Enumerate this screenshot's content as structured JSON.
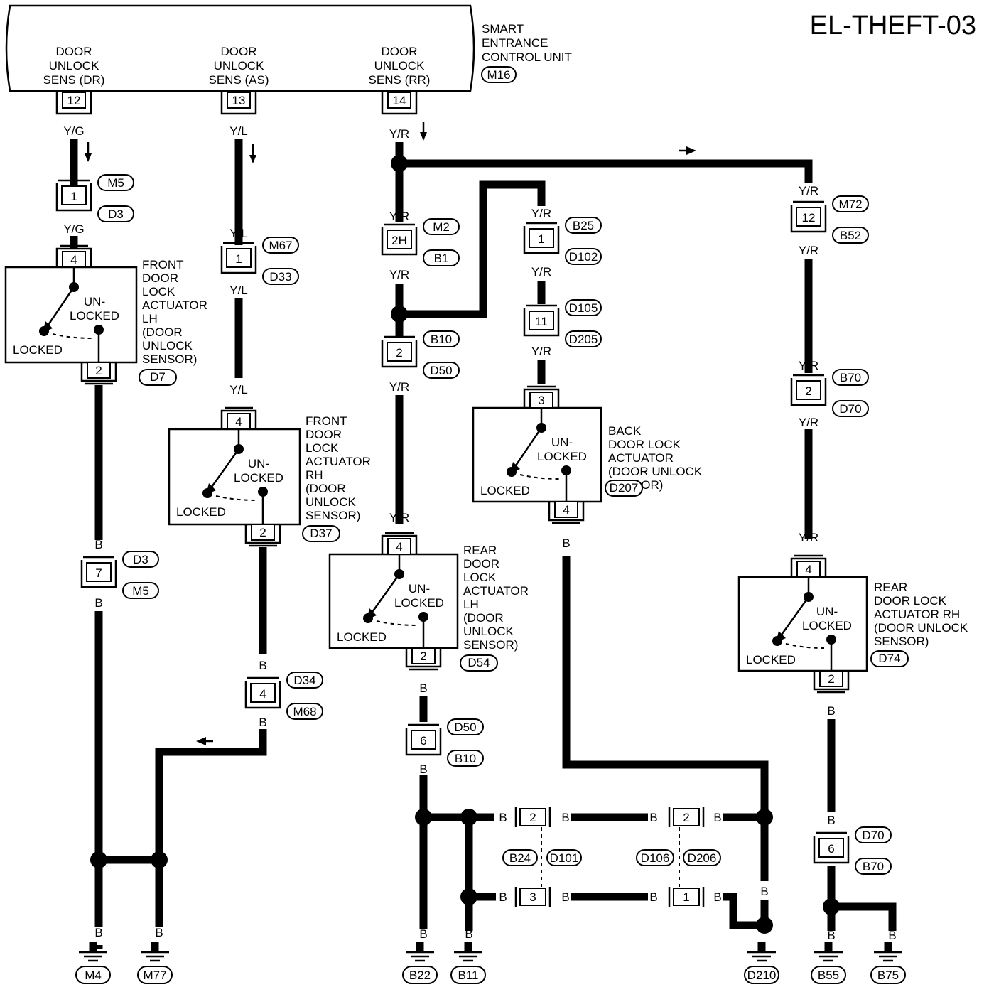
{
  "page_title": "EL-THEFT-03",
  "control_unit": {
    "name_lines": [
      "SMART",
      "ENTRANCE",
      "CONTROL UNIT"
    ],
    "connector": "M16",
    "terminals": [
      {
        "label_lines": [
          "DOOR",
          "UNLOCK",
          "SENS (DR)"
        ],
        "pin": "12"
      },
      {
        "label_lines": [
          "DOOR",
          "UNLOCK",
          "SENS (AS)"
        ],
        "pin": "13"
      },
      {
        "label_lines": [
          "DOOR",
          "UNLOCK",
          "SENS (RR)"
        ],
        "pin": "14"
      }
    ]
  },
  "wire_colors": {
    "y_g": "Y/G",
    "y_l": "Y/L",
    "y_r": "Y/R",
    "b": "B"
  },
  "actuator_states": {
    "unlocked_lines": [
      "UN-",
      "LOCKED"
    ],
    "locked": "LOCKED"
  },
  "actuators": [
    {
      "name_lines": [
        "FRONT",
        "DOOR",
        "LOCK",
        "ACTUATOR",
        "LH",
        "(DOOR",
        "UNLOCK",
        "SENSOR)"
      ],
      "connector": "D7",
      "pin_in": "4",
      "pin_out": "2"
    },
    {
      "name_lines": [
        "FRONT",
        "DOOR",
        "LOCK",
        "ACTUATOR",
        "RH",
        "(DOOR",
        "UNLOCK",
        "SENSOR)"
      ],
      "connector": "D37",
      "pin_in": "4",
      "pin_out": "2"
    },
    {
      "name_lines": [
        "REAR",
        "DOOR",
        "LOCK",
        "ACTUATOR",
        "LH",
        "(DOOR",
        "UNLOCK",
        "SENSOR)"
      ],
      "connector": "D54",
      "pin_in": "4",
      "pin_out": "2"
    },
    {
      "name_lines": [
        "BACK",
        "DOOR LOCK",
        "ACTUATOR",
        "(DOOR UNLOCK",
        "SENSOR)"
      ],
      "connector": "D207",
      "pin_in": "3",
      "pin_out": "4"
    },
    {
      "name_lines": [
        "REAR",
        "DOOR LOCK",
        "ACTUATOR RH",
        "(DOOR UNLOCK",
        "SENSOR)"
      ],
      "connector": "D74",
      "pin_in": "4",
      "pin_out": "2"
    }
  ],
  "connectors": [
    {
      "pin": "1",
      "codes": [
        "M5",
        "D3"
      ]
    },
    {
      "pin": "1",
      "codes": [
        "M67",
        "D33"
      ]
    },
    {
      "pin": "2H",
      "codes": [
        "M2",
        "B1"
      ]
    },
    {
      "pin": "2",
      "codes": [
        "B10",
        "D50"
      ]
    },
    {
      "pin": "1",
      "codes": [
        "B25",
        "D102"
      ]
    },
    {
      "pin": "11",
      "codes": [
        "D105",
        "D205"
      ]
    },
    {
      "pin": "12",
      "codes": [
        "M72",
        "B52"
      ]
    },
    {
      "pin": "2",
      "codes": [
        "B70",
        "D70"
      ]
    },
    {
      "pin": "7",
      "codes": [
        "D3",
        "M5"
      ]
    },
    {
      "pin": "4",
      "codes": [
        "D34",
        "M68"
      ]
    },
    {
      "pin": "6",
      "codes": [
        "D50",
        "B10"
      ]
    },
    {
      "pin": "6",
      "codes": [
        "D70",
        "B70"
      ]
    },
    {
      "pin": "2",
      "codes": []
    },
    {
      "pin": "2",
      "codes": []
    },
    {
      "pin": "3",
      "codes": []
    },
    {
      "pin": "1",
      "codes": []
    }
  ],
  "joint_codes": [
    "B24",
    "D101",
    "D106",
    "D206"
  ],
  "grounds": [
    "M4",
    "M77",
    "B22",
    "B11",
    "D210",
    "B55",
    "B75"
  ]
}
